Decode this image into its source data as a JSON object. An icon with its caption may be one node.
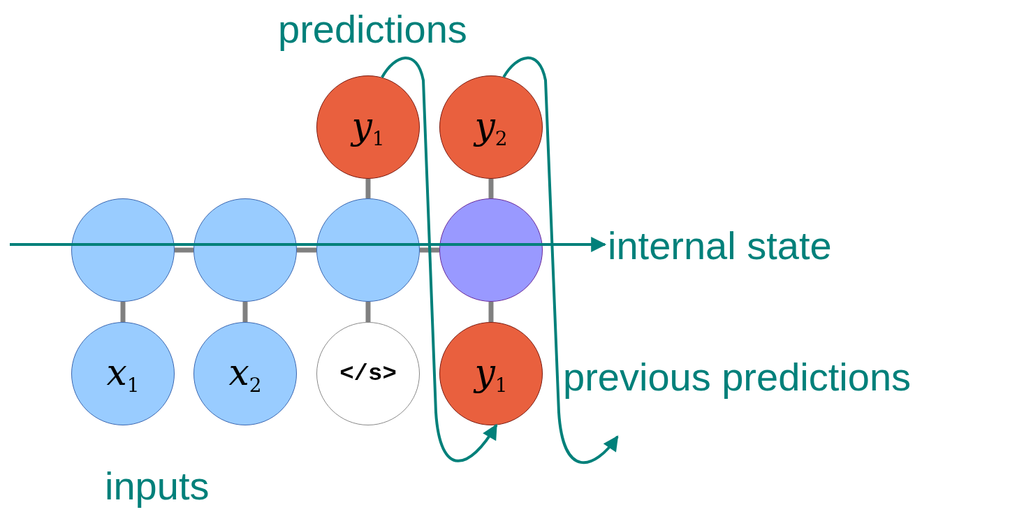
{
  "diagram": {
    "nodes": [
      {
        "text": [],
        "shape": "circle"
      },
      {
        "text": [],
        "shape": "circle"
      },
      {
        "text": [],
        "shape": "circle"
      },
      {
        "text": [],
        "shape": "circle"
      },
      {
        "text": [
          "*x*$_{1}$"
        ]
      },
      {
        "text": [
          "*x*$_{2}$"
        ]
      },
      {
        "text": [
          "</s>"
        ]
      },
      {
        "text": [
          "*y*$_{1}$"
        ]
      },
      {
        "text": [
          "*y*$_{1}$"
        ]
      },
      {
        "text": [
          "*y*$_{2}$"
        ]
      },
      {
        "text": [
          "internal state"
        ]
      }
    ],
    "edges": [
      {
        "from": 0,
        "to": 1,
        "arrow": "none"
      },
      {
        "from": 1,
        "to": 2,
        "arrow": "none"
      },
      {
        "from": 2,
        "to": 3,
        "arrow": "none"
      },
      {
        "from": 0,
        "to": 4,
        "arrow": "none"
      },
      {
        "from": 1,
        "to": 5,
        "arrow": "none"
      },
      {
        "from": 2,
        "to": 6,
        "arrow": "none"
      },
      {
        "from": 3,
        "to": 7,
        "arrow": "none"
      },
      {
        "from": 2,
        "to": 8,
        "arrow": "none"
      },
      {
        "from": 3,
        "to": 9,
        "arrow": "none"
      },
      {
        "from": null,
        "to": 10,
        "arrow": "to",
        "color": "#00807a"
      },
      {
        "from": 8,
        "to": 7,
        "arrow": "to",
        "color": "#00807a"
      },
      {
        "from": 9,
        "to": null,
        "arrow": "to",
        "color": "#00807a"
      }
    ],
    "labels": [
      "predictions",
      "previous predictions",
      "inputs"
    ]
  }
}
